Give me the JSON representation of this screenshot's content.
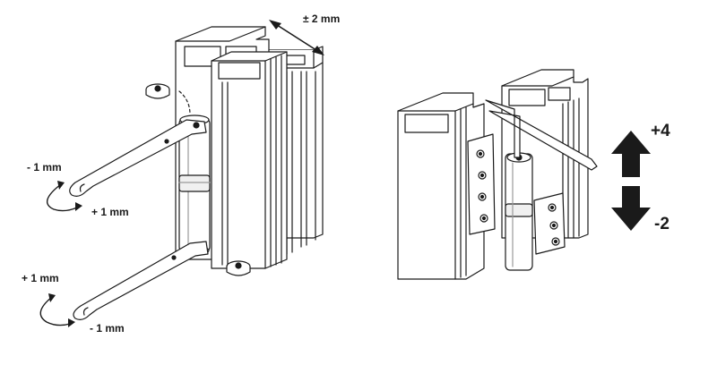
{
  "labels": {
    "depth_adjust": "± 2 mm",
    "upper_minus": "- 1 mm",
    "upper_plus": "+ 1 mm",
    "lower_plus": "+ 1 mm",
    "lower_minus": "- 1 mm",
    "height_up": "+4",
    "height_down": "-2"
  },
  "colors": {
    "line": "#1a1a1a",
    "fill": "#ffffff",
    "shade": "#e6e6e6",
    "arrow": "#1a1a1a"
  }
}
